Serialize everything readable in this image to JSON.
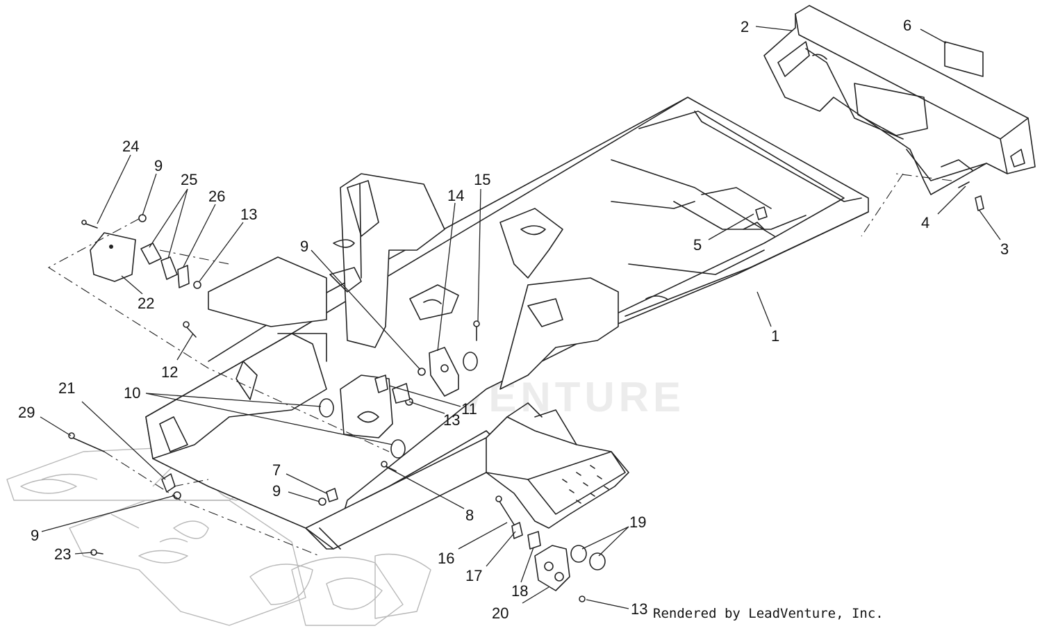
{
  "watermark": {
    "text": "LEADVENTURE"
  },
  "credit": "Rendered by LeadVenture, Inc.",
  "callouts": [
    {
      "id": "c2",
      "label": "2"
    },
    {
      "id": "c6",
      "label": "6"
    },
    {
      "id": "c24",
      "label": "24"
    },
    {
      "id": "c9a",
      "label": "9"
    },
    {
      "id": "c25",
      "label": "25"
    },
    {
      "id": "c26",
      "label": "26"
    },
    {
      "id": "c13a",
      "label": "13"
    },
    {
      "id": "c14",
      "label": "14"
    },
    {
      "id": "c15",
      "label": "15"
    },
    {
      "id": "c9b",
      "label": "9"
    },
    {
      "id": "c22",
      "label": "22"
    },
    {
      "id": "c5",
      "label": "5"
    },
    {
      "id": "c4",
      "label": "4"
    },
    {
      "id": "c3",
      "label": "3"
    },
    {
      "id": "c1",
      "label": "1"
    },
    {
      "id": "c12",
      "label": "12"
    },
    {
      "id": "c21",
      "label": "21"
    },
    {
      "id": "c10",
      "label": "10"
    },
    {
      "id": "c29",
      "label": "29"
    },
    {
      "id": "c13b",
      "label": "13"
    },
    {
      "id": "c11",
      "label": "11"
    },
    {
      "id": "c7",
      "label": "7"
    },
    {
      "id": "c9c",
      "label": "9"
    },
    {
      "id": "c8",
      "label": "8"
    },
    {
      "id": "c9d",
      "label": "9"
    },
    {
      "id": "c19",
      "label": "19"
    },
    {
      "id": "c23",
      "label": "23"
    },
    {
      "id": "c16",
      "label": "16"
    },
    {
      "id": "c17",
      "label": "17"
    },
    {
      "id": "c18",
      "label": "18"
    },
    {
      "id": "c20",
      "label": "20"
    },
    {
      "id": "c13c",
      "label": "13"
    }
  ]
}
